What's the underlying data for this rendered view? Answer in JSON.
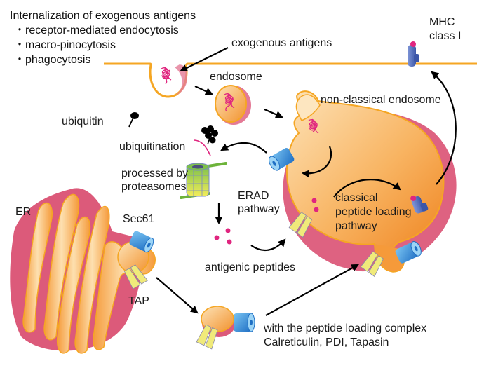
{
  "title": "Internalization of exogenous antigens",
  "internalization_routes": [
    "receptor-mediated endocytosis",
    "macro-pinocytosis",
    "phagocytosis"
  ],
  "labels": {
    "exogenous_antigens": "exogenous antigens",
    "endosome": "endosome",
    "non_classical_endosome": "non-classical endosome",
    "mhc_line1": "MHC",
    "mhc_line2": "class Ⅰ",
    "ubiquitin": "ubiquitin",
    "ubiquitination": "ubiquitination",
    "processed_line1": "processed by",
    "processed_line2": "proteasomes",
    "erad_line1": "ERAD",
    "erad_line2": "pathway",
    "classical_line1": "classical",
    "classical_line2": "peptide loading",
    "classical_line3": "pathway",
    "er": "ER",
    "sec61": "Sec61",
    "tap": "TAP",
    "antigenic_peptides": "antigenic peptides",
    "plc_line1": "with the peptide loading complex",
    "plc_line2": "Calreticulin, PDI, Tapasin"
  },
  "colors": {
    "membrane": "#f5a623",
    "vesicle_fill": "#f7b25a",
    "vesicle_light": "#fde6c0",
    "vesicle_shadow": "#dc5a7a",
    "antigen": "#e0257f",
    "mhc": "#5670c0",
    "sec61": "#3b8fd8",
    "tap": "#f0ea7a",
    "proteasome": "#a8d65a",
    "peptide": "#e0257f",
    "arrow": "#000000"
  }
}
